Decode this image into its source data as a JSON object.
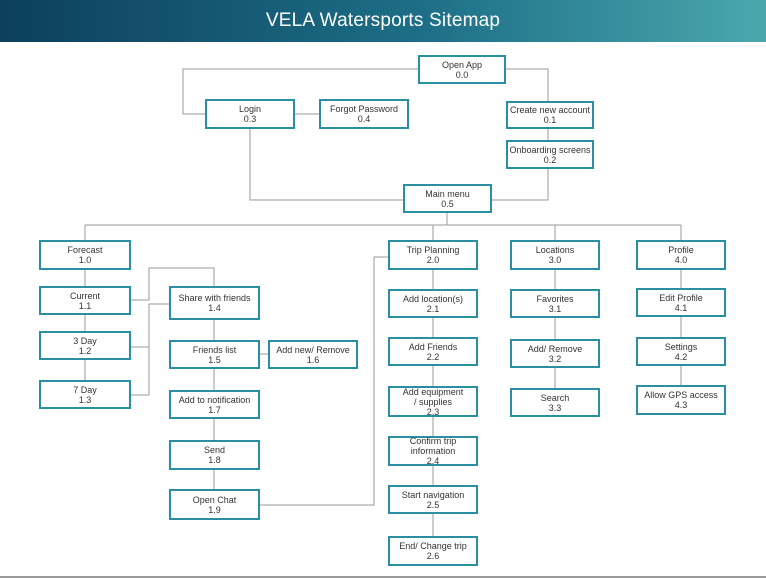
{
  "title": "VELA Watersports Sitemap",
  "nodes": {
    "open_app": {
      "label": "Open App",
      "code": "0.0"
    },
    "login": {
      "label": "Login",
      "code": "0.3"
    },
    "forgot_password": {
      "label": "Forgot Password",
      "code": "0.4"
    },
    "create_account": {
      "label": "Create new account",
      "code": "0.1"
    },
    "onboarding": {
      "label": "Onboarding screens",
      "code": "0.2"
    },
    "main_menu": {
      "label": "Main menu",
      "code": "0.5"
    },
    "forecast": {
      "label": "Forecast",
      "code": "1.0"
    },
    "current": {
      "label": "Current",
      "code": "1.1"
    },
    "day3": {
      "label": "3 Day",
      "code": "1.2"
    },
    "day7": {
      "label": "7 Day",
      "code": "1.3"
    },
    "share_friends": {
      "label": "Share with friends",
      "code": "1.4"
    },
    "friends_list": {
      "label": "Friends list",
      "code": "1.5"
    },
    "add_remove_friend": {
      "label": "Add new/ Remove",
      "code": "1.6"
    },
    "add_notification": {
      "label": "Add to notification",
      "code": "1.7"
    },
    "send": {
      "label": "Send",
      "code": "1.8"
    },
    "open_chat": {
      "label": "Open Chat",
      "code": "1.9"
    },
    "trip_planning": {
      "label": "Trip Planning",
      "code": "2.0"
    },
    "add_location": {
      "label": "Add location(s)",
      "code": "2.1"
    },
    "add_friends": {
      "label": "Add Friends",
      "code": "2.2"
    },
    "add_equipment": {
      "label": "Add equipment / supplies",
      "code": "2.3"
    },
    "confirm_trip": {
      "label": "Confirm trip information",
      "code": "2.4"
    },
    "start_navigation": {
      "label": "Start navigation",
      "code": "2.5"
    },
    "end_change_trip": {
      "label": "End/ Change trip",
      "code": "2.6"
    },
    "locations": {
      "label": "Locations",
      "code": "3.0"
    },
    "favorites": {
      "label": "Favorites",
      "code": "3.1"
    },
    "add_remove_loc": {
      "label": "Add/ Remove",
      "code": "3.2"
    },
    "search": {
      "label": "Search",
      "code": "3.3"
    },
    "profile": {
      "label": "Profile",
      "code": "4.0"
    },
    "edit_profile": {
      "label": "Edit Profile",
      "code": "4.1"
    },
    "settings": {
      "label": "Settings",
      "code": "4.2"
    },
    "gps_access": {
      "label": "Allow GPS access",
      "code": "4.3"
    }
  }
}
